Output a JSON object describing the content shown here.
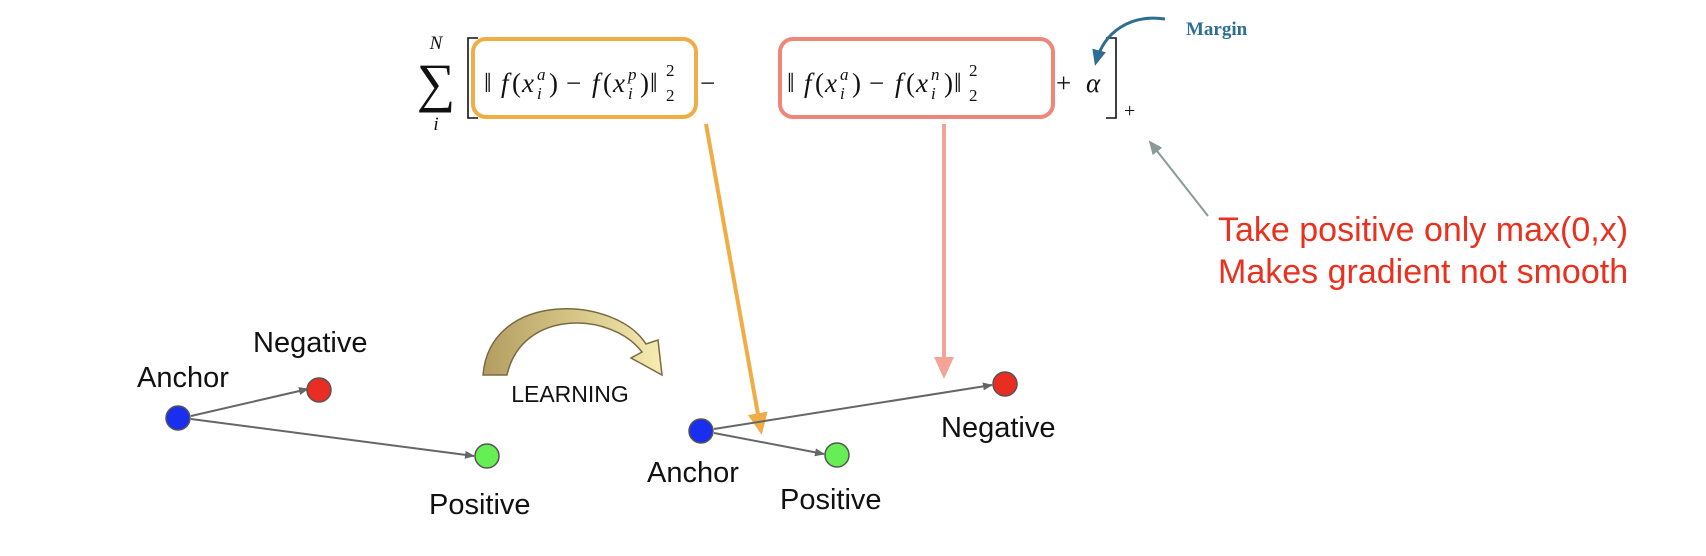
{
  "colors": {
    "orange": "#f0ad45",
    "salmon": "#ee877a",
    "salmon_arrow": "#f3a397",
    "anchor": "#1a2ef0",
    "negative": "#ea2d22",
    "positive": "#66ee55",
    "margin_label": "#2e6e91",
    "note": "#e8321f"
  },
  "formula": {
    "sum_upper": "N",
    "sum_lower": "i",
    "sum_symbol": "∑",
    "alpha": "α",
    "plus_sub": "+",
    "minus": "−"
  },
  "annotations": {
    "margin": "Margin",
    "note_line1": "Take positive only max(0,x)",
    "note_line2": "Makes gradient not smooth",
    "learning": "LEARNING"
  },
  "before": {
    "anchor": "Anchor",
    "negative": "Negative",
    "positive": "Positive"
  },
  "after": {
    "anchor": "Anchor",
    "negative": "Negative",
    "positive": "Positive"
  }
}
